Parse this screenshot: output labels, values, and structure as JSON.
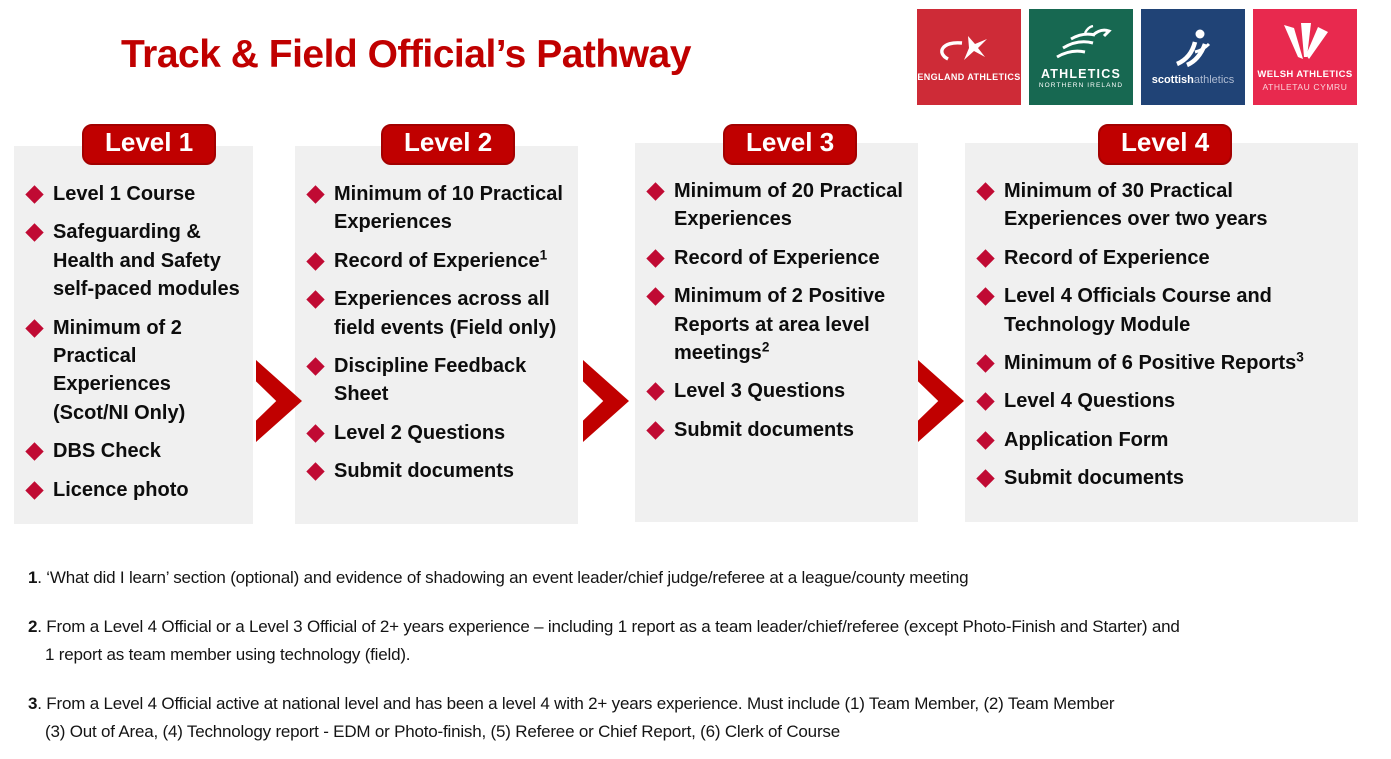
{
  "title": "Track & Field Official’s Pathway",
  "colors": {
    "accent_red": "#C00000",
    "bullet_red": "#C00A33",
    "panel_gray": "#F0F0F0",
    "england_red": "#CE2B37",
    "ni_green": "#176851",
    "scottish_blue": "#204376",
    "welsh_red": "#E8294E"
  },
  "logos": {
    "england": {
      "label": "ENGLAND ATHLETICS"
    },
    "northern_ireland": {
      "line1": "ATHLETICS",
      "line2": "NORTHERN IRELAND"
    },
    "scottish": {
      "bold": "scottish",
      "light": "athletics"
    },
    "welsh": {
      "line1": "WELSH ATHLETICS",
      "line2": "ATHLETAU CYMRU"
    }
  },
  "levels": [
    {
      "label": "Level 1",
      "items": [
        {
          "text": "Level 1 Course"
        },
        {
          "text": "Safeguarding & Health and Safety self-paced modules"
        },
        {
          "text": "Minimum of 2 Practical Experiences (Scot/NI Only)"
        },
        {
          "text": "DBS Check"
        },
        {
          "text": "Licence photo"
        }
      ]
    },
    {
      "label": "Level 2",
      "items": [
        {
          "text": "Minimum of 10 Practical Experiences"
        },
        {
          "text": "Record of Experience",
          "sup": "1"
        },
        {
          "text": "Experiences across all field events (Field only)"
        },
        {
          "text": "Discipline Feedback Sheet"
        },
        {
          "text": "Level 2 Questions"
        },
        {
          "text": "Submit documents"
        }
      ]
    },
    {
      "label": "Level 3",
      "items": [
        {
          "text": "Minimum of 20 Practical Experiences"
        },
        {
          "text": "Record of Experience"
        },
        {
          "text": "Minimum of 2 Positive Reports at area level meetings",
          "sup": "2"
        },
        {
          "text": "Level 3 Questions"
        },
        {
          "text": "Submit documents"
        }
      ]
    },
    {
      "label": "Level 4",
      "items": [
        {
          "text": "Minimum of 30 Practical Experiences over two years"
        },
        {
          "text": "Record of Experience"
        },
        {
          "text": "Level 4 Officials Course and Technology Module"
        },
        {
          "text": "Minimum of 6 Positive Reports",
          "sup": "3"
        },
        {
          "text": "Level 4 Questions"
        },
        {
          "text": "Application Form"
        },
        {
          "text": "Submit documents"
        }
      ]
    }
  ],
  "footnotes": [
    {
      "num": "1",
      "lines": [
        ". ‘What did I learn’ section (optional) and evidence of shadowing an event leader/chief judge/referee at a league/county meeting"
      ]
    },
    {
      "num": "2",
      "lines": [
        ". From a Level 4 Official or a Level 3 Official of 2+ years experience – including 1 report as a team leader/chief/referee (except Photo-Finish and Starter) and",
        "1 report as team member using technology (field)."
      ]
    },
    {
      "num": "3",
      "lines": [
        ". From a Level 4 Official active at national level and has been a level 4 with 2+ years experience. Must include (1) Team Member, (2) Team Member",
        "(3) Out of Area, (4) Technology report - EDM or Photo-finish,  (5) Referee or Chief Report, (6) Clerk of Course"
      ]
    }
  ]
}
